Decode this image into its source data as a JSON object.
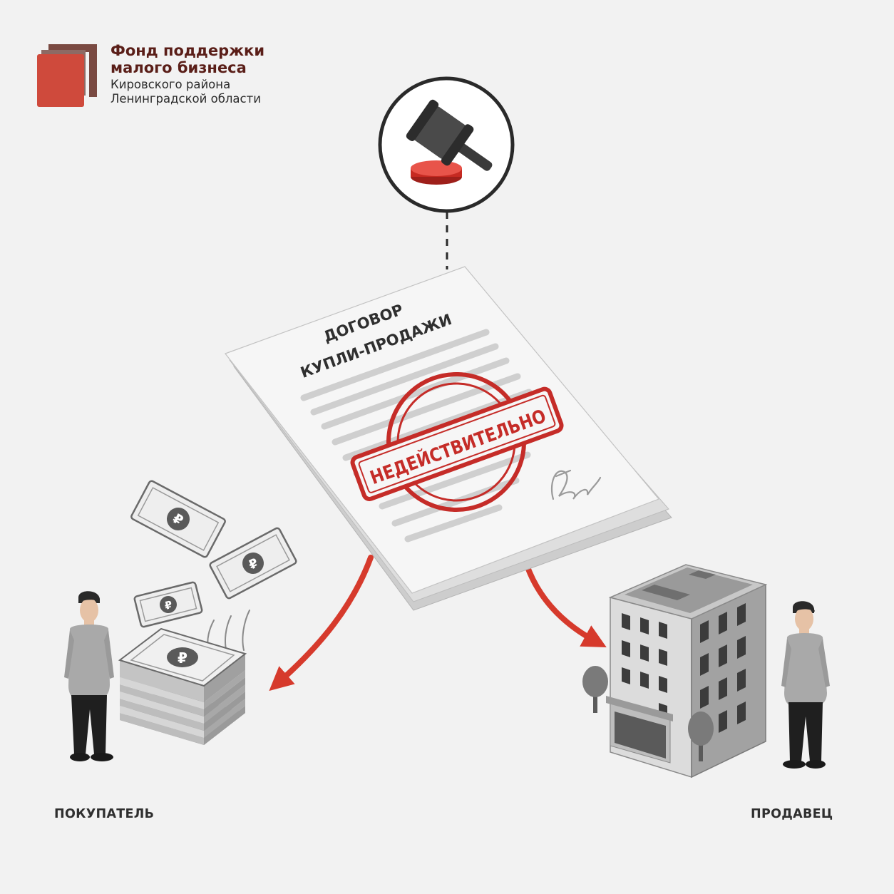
{
  "logo": {
    "title_line1": "Фонд поддержки",
    "title_line2": "малого бизнеса",
    "sub_line1": "Кировского района",
    "sub_line2": "Ленинградской области"
  },
  "document": {
    "title_line1": "ДОГОВОР",
    "title_line2": "КУПЛИ-ПРОДАЖИ",
    "stamp": "НЕДЕЙСТВИТЕЛЬНО"
  },
  "currency_symbol": "₽",
  "labels": {
    "buyer": "ПОКУПАТЕЛЬ",
    "seller": "ПРОДАВЕЦ"
  },
  "colors": {
    "accent_red": "#d63a2c",
    "logo_red": "#cf4a3c",
    "logo_brown": "#7a4a42",
    "gray_dark": "#3c3c3c",
    "background": "#f2f2f2"
  }
}
